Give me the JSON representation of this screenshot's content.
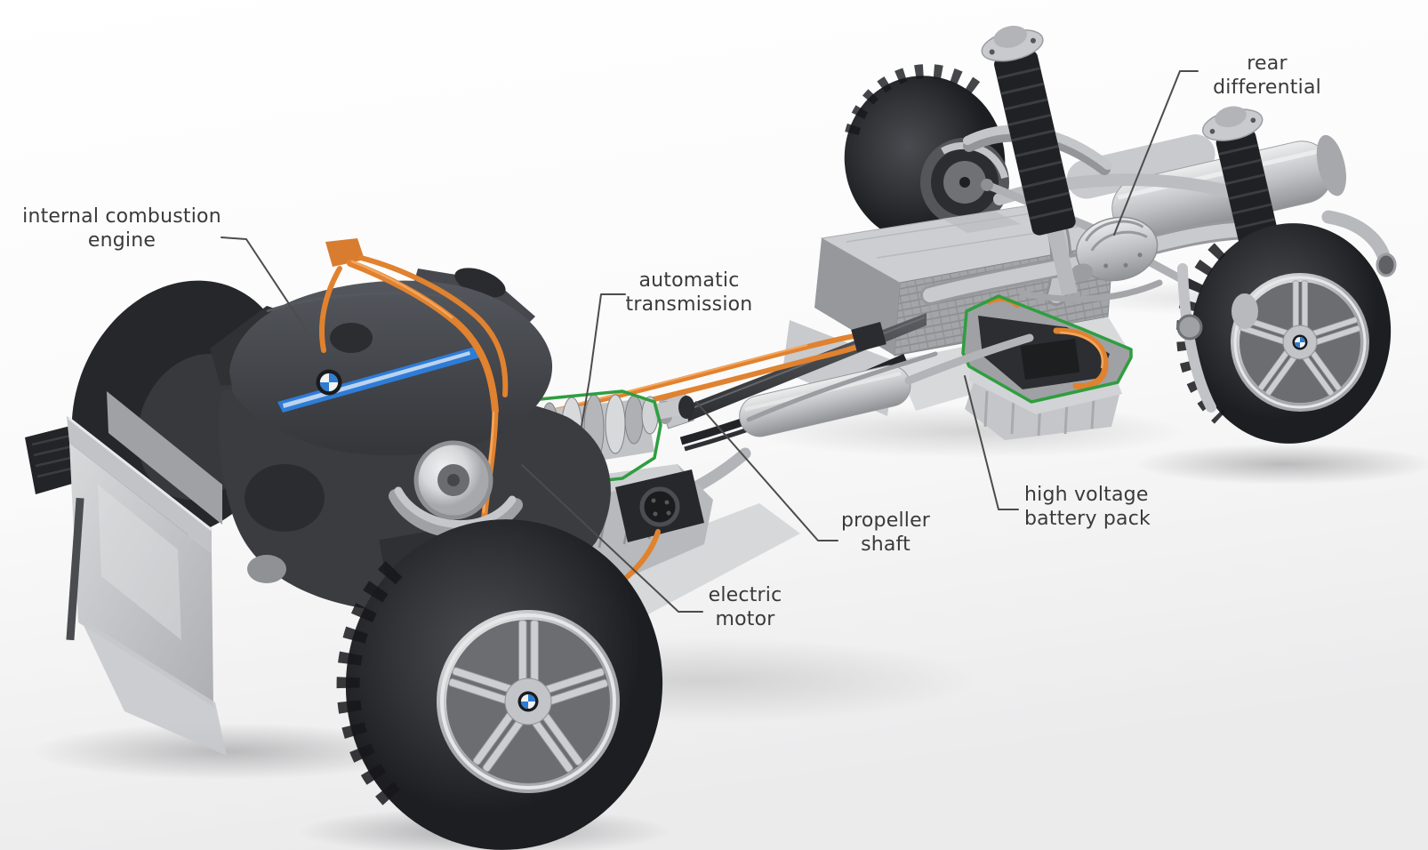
{
  "labels": {
    "internal_combustion_engine": "internal combustion\nengine",
    "automatic_transmission": "automatic\ntransmission",
    "propeller_shaft": "propeller\nshaft",
    "electric_motor": "electric\nmotor",
    "high_voltage_battery_pack": "high voltage\nbattery pack",
    "rear_differential": "rear\ndifferential"
  },
  "colors": {
    "background": "#fdfdfd",
    "label_text": "#3a3a3a",
    "leader_line": "#4c4c4c",
    "cable_orange": "#e0822f",
    "cable_orange_highlight": "#f4a65f",
    "component_outline_green": "#2f9e3f",
    "engine_badge_blue": "#2e7cd6",
    "roundel_blue": "#2d7dd2"
  }
}
